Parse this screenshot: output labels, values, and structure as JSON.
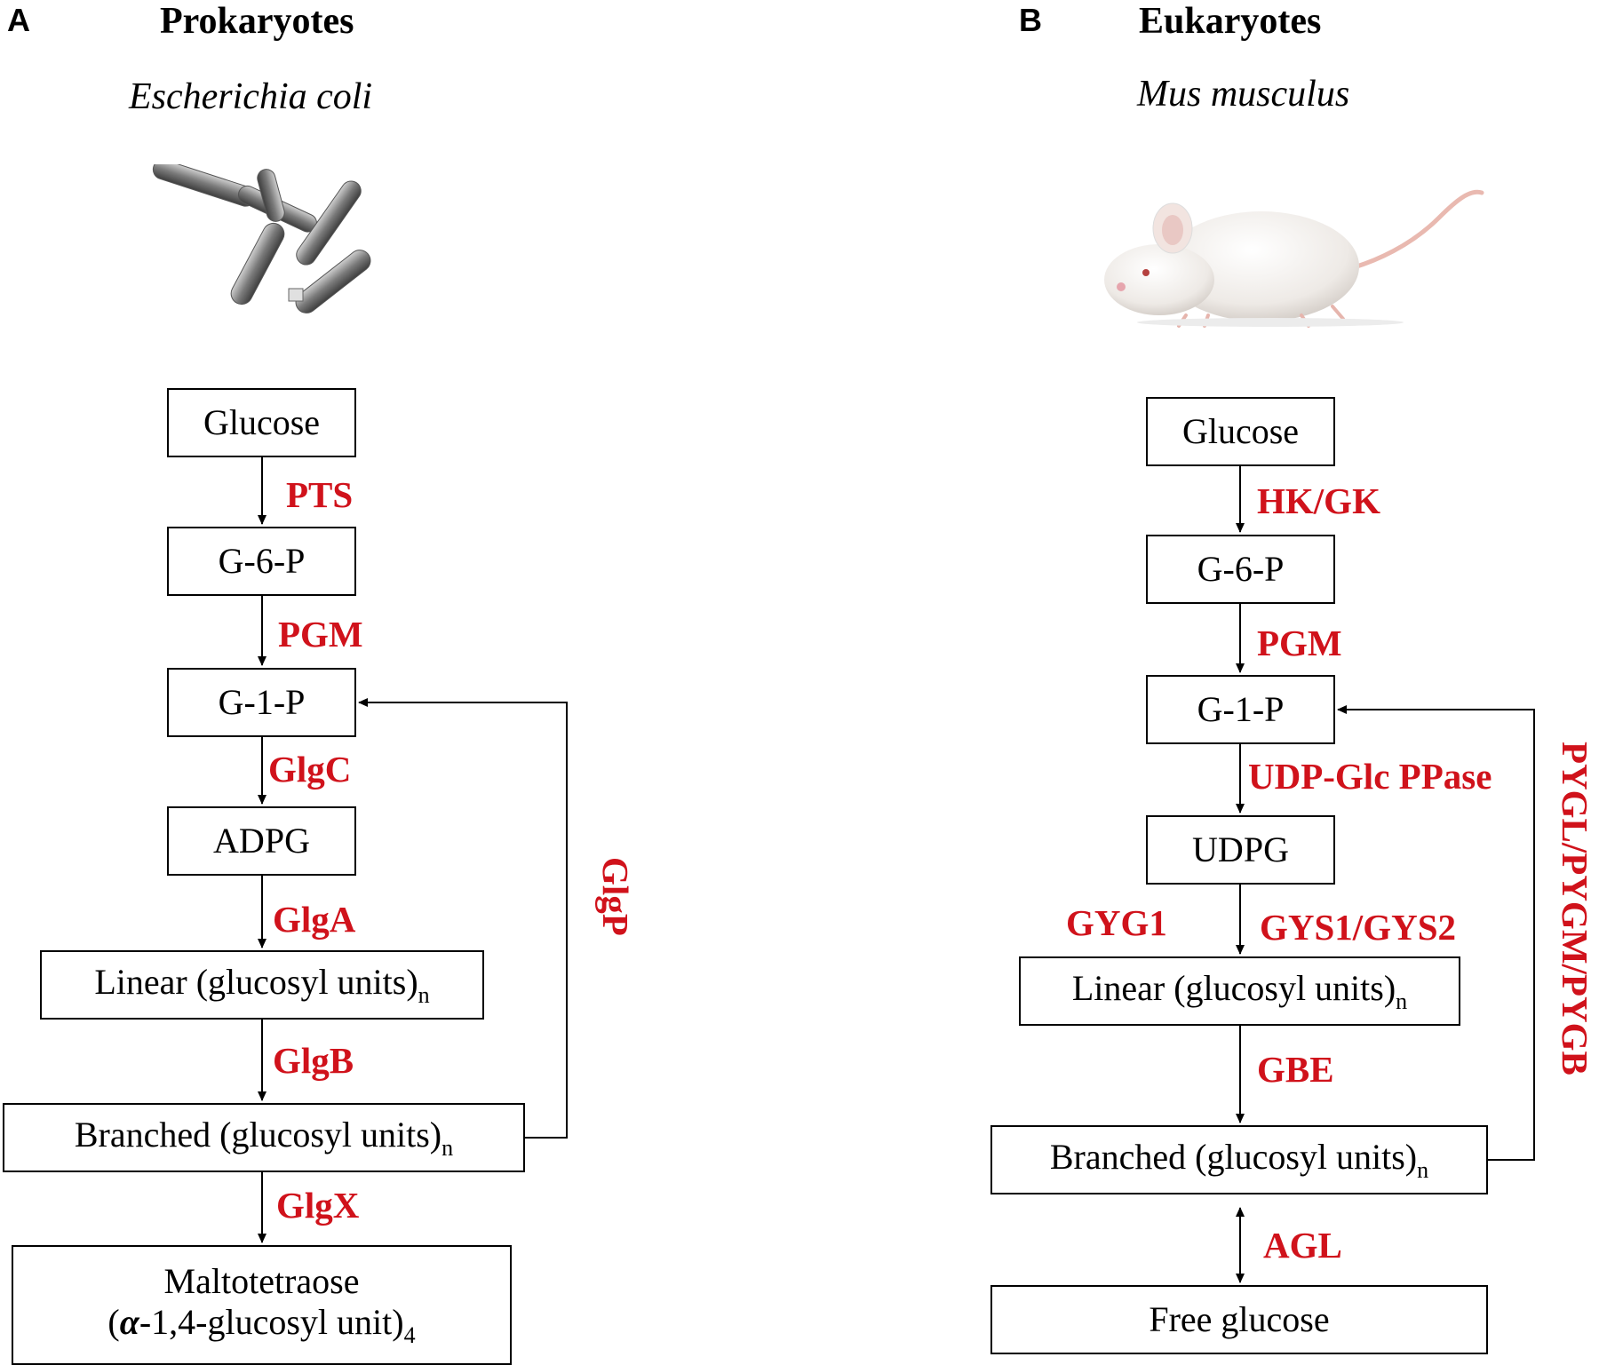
{
  "panel_a": {
    "letter": "A",
    "title": "Prokaryotes",
    "species": "Escherichia coli",
    "image": "bacteria-illustration",
    "nodes": {
      "glucose": "Glucose",
      "g6p": "G-6-P",
      "g1p": "G-1-P",
      "adpg": "ADPG",
      "linear_text": "Linear (glucosyl units)",
      "linear_sub": "n",
      "branched_text": "Branched (glucosyl units)",
      "branched_sub": "n",
      "malto_line1": "Maltotetraose",
      "malto_open": "(",
      "malto_alpha": "α",
      "malto_rest": "-1,4-glucosyl unit)",
      "malto_sub": "4"
    },
    "enzymes": {
      "pts": "PTS",
      "pgm": "PGM",
      "glgc": "GlgC",
      "glga": "GlgA",
      "glgb": "GlgB",
      "glgx": "GlgX",
      "glgp": "GlgP"
    }
  },
  "panel_b": {
    "letter": "B",
    "title": "Eukaryotes",
    "species": "Mus musculus",
    "image": "mouse-photo",
    "nodes": {
      "glucose": "Glucose",
      "g6p": "G-6-P",
      "g1p": "G-1-P",
      "udpg": "UDPG",
      "linear_text": "Linear (glucosyl units)",
      "linear_sub": "n",
      "branched_text": "Branched (glucosyl units)",
      "branched_sub": "n",
      "free_glucose": "Free glucose"
    },
    "enzymes": {
      "hkgk": "HK/GK",
      "pgm": "PGM",
      "udp_ppase": "UDP-Glc PPase",
      "gyg1": "GYG1",
      "gys": "GYS1/GYS2",
      "gbe": "GBE",
      "agl": "AGL",
      "pyg": "PYGL/PYGM/PYGB"
    }
  },
  "colors": {
    "enzyme": "#d0121b",
    "box_border": "#000000"
  }
}
